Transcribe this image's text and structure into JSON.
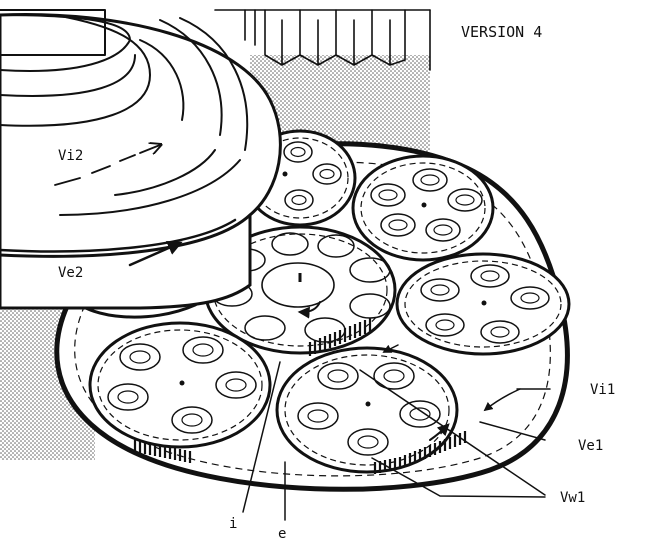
{
  "version_label": "VERSION 4",
  "labels": {
    "vi2": "Vi2",
    "ve2": "Ve2",
    "vi1": "Vi1",
    "ve1": "Ve1",
    "vw1": "Vw1",
    "i": "i",
    "e": "e"
  },
  "colors": {
    "ink": "#111111",
    "paper": "#ffffff",
    "stipple": "#888888"
  }
}
